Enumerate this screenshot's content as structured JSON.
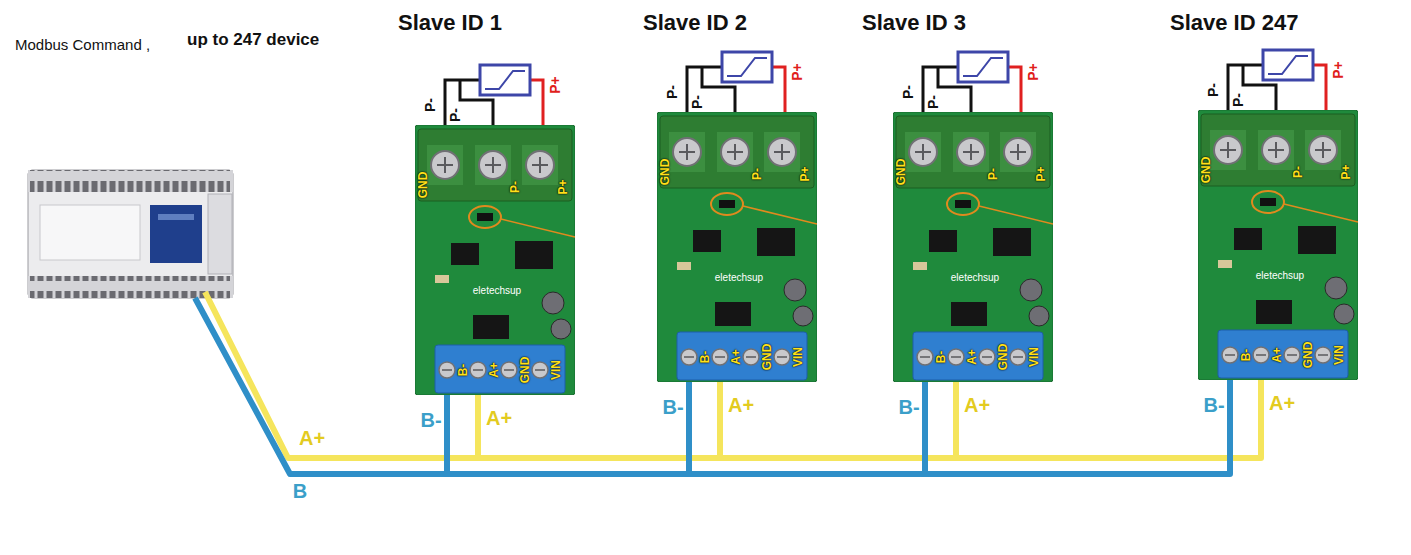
{
  "diagram": {
    "nodes": [
      {
        "text": [
          "Slave ID 1",
          "GND",
          "P-",
          "P+",
          "eletechsup",
          "B-",
          "A+",
          "GND",
          "VIN"
        ]
      },
      {
        "text": [
          "Slave ID 2",
          "GND",
          "P-",
          "P+",
          "eletechsup",
          "B-",
          "A+",
          "GND",
          "VIN"
        ]
      },
      {
        "text": [
          "Slave ID 3",
          "GND",
          "P-",
          "P+",
          "eletechsup",
          "B-",
          "A+",
          "GND",
          "VIN"
        ]
      },
      {
        "text": [
          "Slave ID 247",
          "GND",
          "P-",
          "P+",
          "eletechsup",
          "B-",
          "A+",
          "GND",
          "VIN"
        ]
      }
    ],
    "edges": [
      {
        "from": 0,
        "to": 1,
        "arrow": "none"
      },
      {
        "from": 1,
        "to": 2,
        "arrow": "none"
      },
      {
        "from": 2,
        "to": 3,
        "arrow": "none"
      }
    ],
    "labels": [
      "Modbus Command ,",
      "up to 247 device",
      "P-",
      "P-",
      "P+",
      "B-",
      "A+",
      "P-",
      "P-",
      "P+",
      "B-",
      "A+",
      "P-",
      "P-",
      "P+",
      "B-",
      "A+",
      "P-",
      "P-",
      "P+",
      "B-",
      "A+",
      "A+",
      "B"
    ]
  }
}
